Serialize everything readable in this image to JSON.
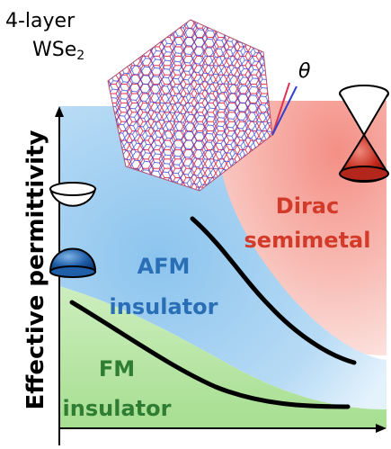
{
  "material": {
    "line1": "4-layer",
    "line2_base": "WSe",
    "line2_sub": "2"
  },
  "twist_symbol": "θ",
  "axis": {
    "y_label": "Effective permittivity"
  },
  "phases": {
    "dirac": {
      "line1": "Dirac",
      "line2": "semimetal",
      "color": "#d23a2a"
    },
    "afm": {
      "line1": "AFM",
      "line2": "insulator",
      "color": "#2a6fb5"
    },
    "fm": {
      "line1": "FM",
      "line2": "insulator",
      "color": "#2f7d32"
    }
  },
  "colors": {
    "red_region": "#f6b5ad",
    "blue_region": "#a9d3f2",
    "green_region": "#b9e6a6",
    "lattice_red": "#e03050",
    "lattice_blue": "#3040d0",
    "boundary": "#000000"
  },
  "icons": {
    "insulator_band": "gapped-band-icon",
    "dirac_band": "dirac-cone-icon"
  }
}
